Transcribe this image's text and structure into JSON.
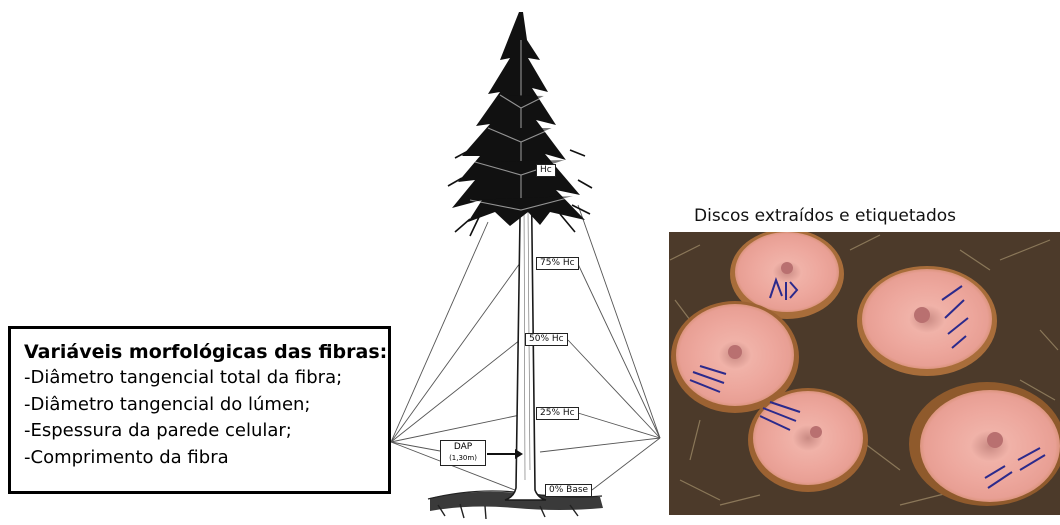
{
  "variables_box": {
    "title": "Variáveis morfológicas das fibras:",
    "items": [
      "-Diâmetro tangencial total da fibra;",
      "-Diâmetro tangencial do lúmen;",
      "-Espessura da parede celular;",
      "-Comprimento da fibra"
    ]
  },
  "tree": {
    "top_label": "Hc",
    "height_labels": [
      "75% Hc",
      "50% Hc",
      "25% Hc",
      "0% Base"
    ],
    "dap_label": "DAP",
    "dap_sub": "(1,30m)"
  },
  "photo": {
    "caption": "Discos extraídos e etiquetados"
  },
  "colors": {
    "wood": "#e9a49a",
    "bark": "#9c5d2c",
    "ground": "#4a3a2c",
    "ink": "#2b2a8c",
    "frame": "#000000"
  }
}
